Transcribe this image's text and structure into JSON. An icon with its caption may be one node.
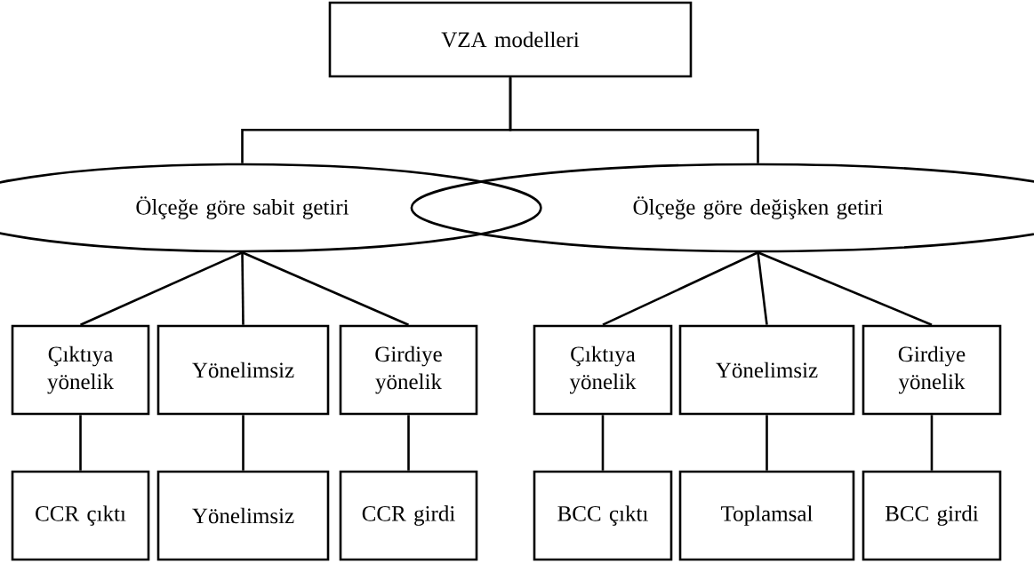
{
  "diagram": {
    "nodes": [
      {
        "text": [
          "VZA modelleri"
        ]
      },
      {
        "text": [
          "Ölçeğe göre sabit getiri"
        ]
      },
      {
        "text": [
          "Ölçeğe göre değişken getiri"
        ]
      },
      {
        "text": [
          "Çıktıya yönelik"
        ]
      },
      {
        "text": [
          "Yönelimsiz"
        ]
      },
      {
        "text": [
          "Girdiye yönelik"
        ]
      },
      {
        "text": [
          "Çıktıya yönelik"
        ]
      },
      {
        "text": [
          "Yönelimsiz"
        ]
      },
      {
        "text": [
          "Girdiye yönelik"
        ]
      },
      {
        "text": [
          "CCR çıktı"
        ]
      },
      {
        "text": [
          "Yönelimsiz"
        ]
      },
      {
        "text": [
          "CCR girdi"
        ]
      },
      {
        "text": [
          "BCC çıktı"
        ]
      },
      {
        "text": [
          "Toplamsal"
        ]
      },
      {
        "text": [
          "BCC girdi"
        ]
      }
    ],
    "edges": [
      {
        "from": 0,
        "to": 1,
        "arrow": "none"
      },
      {
        "from": 0,
        "to": 2,
        "arrow": "none"
      },
      {
        "from": 1,
        "to": 3,
        "arrow": "none"
      },
      {
        "from": 1,
        "to": 4,
        "arrow": "none"
      },
      {
        "from": 1,
        "to": 5,
        "arrow": "none"
      },
      {
        "from": 2,
        "to": 6,
        "arrow": "none"
      },
      {
        "from": 2,
        "to": 7,
        "arrow": "none"
      },
      {
        "from": 2,
        "to": 8,
        "arrow": "none"
      },
      {
        "from": 3,
        "to": 9,
        "arrow": "none"
      },
      {
        "from": 4,
        "to": 10,
        "arrow": "none"
      },
      {
        "from": 5,
        "to": 11,
        "arrow": "none"
      },
      {
        "from": 6,
        "to": 12,
        "arrow": "none"
      },
      {
        "from": 7,
        "to": 13,
        "arrow": "none"
      },
      {
        "from": 8,
        "to": 14,
        "arrow": "none"
      }
    ]
  }
}
